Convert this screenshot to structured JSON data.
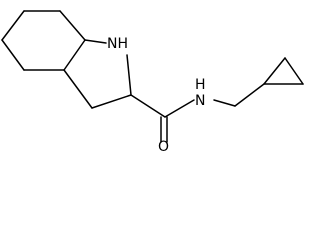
{
  "molecule": {
    "atoms": {
      "nh_ring": "NH",
      "nh_amide": "N",
      "h_amide": "H",
      "o_carbonyl": "O"
    }
  }
}
